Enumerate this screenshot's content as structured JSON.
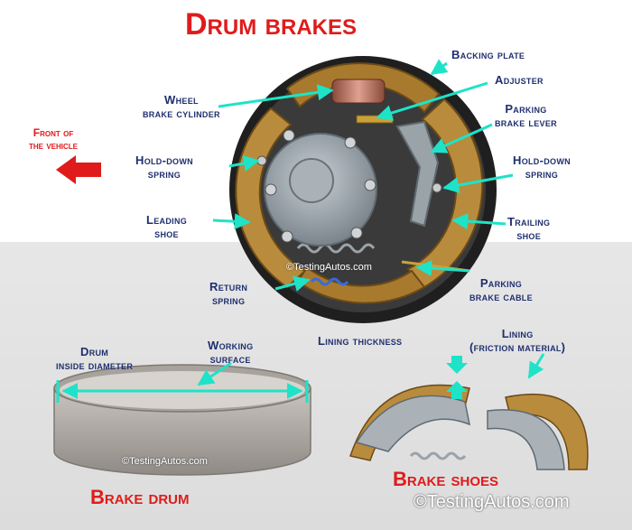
{
  "title": "Drum brakes",
  "labels": {
    "backing_plate": "Backing plate",
    "adjuster": "Adjuster",
    "wheel_brake_cylinder_1": "Wheel",
    "wheel_brake_cylinder_2": "brake cylinder",
    "parking_brake_lever_1": "Parking",
    "parking_brake_lever_2": "brake lever",
    "front_1": "Front of",
    "front_2": "the vehicle",
    "hold_down_left_1": "Hold-down",
    "hold_down_left_2": "spring",
    "hold_down_right_1": "Hold-down",
    "hold_down_right_2": "spring",
    "leading_shoe_1": "Leading",
    "leading_shoe_2": "shoe",
    "trailing_shoe_1": "Trailing",
    "trailing_shoe_2": "shoe",
    "return_spring_1": "Return",
    "return_spring_2": "spring",
    "parking_brake_cable_1": "Parking",
    "parking_brake_cable_2": "brake cable",
    "drum_diameter_1": "Drum",
    "drum_diameter_2": "inside diameter",
    "working_surface_1": "Working",
    "working_surface_2": "surface",
    "lining_thickness": "Lining thickness",
    "lining_1": "Lining",
    "lining_2": "(friction material)"
  },
  "captions": {
    "brake_drum": "Brake drum",
    "brake_shoes": "Brake shoes"
  },
  "watermarks": {
    "assembly": "©TestingAutos.com",
    "drum": "©TestingAutos.com",
    "page": "©TestingAutos.com"
  },
  "colors": {
    "title": "#e01b1b",
    "label": "#1f2f6e",
    "pointer": "#1ee3c8",
    "shoe": "#b98b3c",
    "drum": "#b5b0aa"
  }
}
